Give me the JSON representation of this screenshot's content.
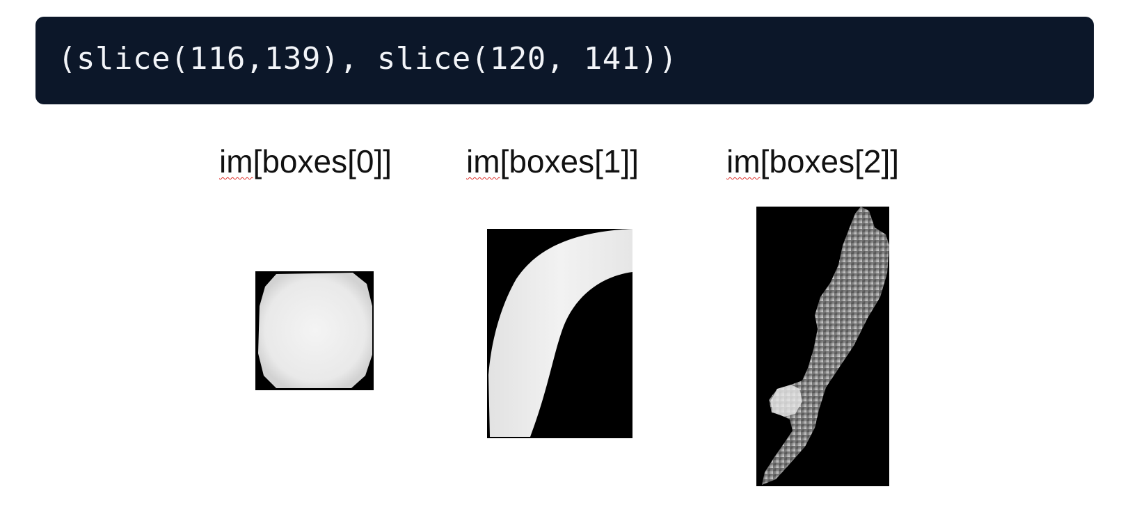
{
  "code_output": {
    "text": "(slice(116,139), slice(120, 141))"
  },
  "crops": [
    {
      "prefix": "im",
      "suffix": "[boxes[0]]",
      "shape": "round-blob"
    },
    {
      "prefix": "im",
      "suffix": "[boxes[1]]",
      "shape": "curved-arc"
    },
    {
      "prefix": "im",
      "suffix": "[boxes[2]]",
      "shape": "jagged-strip"
    }
  ],
  "colors": {
    "code_background": "#0c1729",
    "code_text": "#f2f4f8",
    "crop_background": "#000000",
    "spellcheck_underline": "#e0312b"
  }
}
